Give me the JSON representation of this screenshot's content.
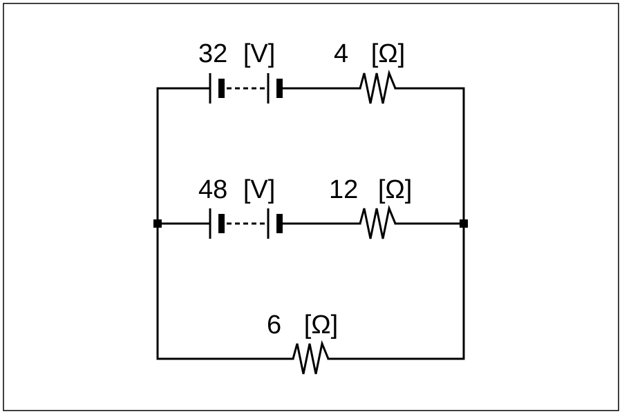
{
  "components": {
    "battery_top": {
      "value": "32",
      "unit": "[V]"
    },
    "resistor_top": {
      "value": "4",
      "unit": "[Ω]"
    },
    "battery_middle": {
      "value": "48",
      "unit": "[V]"
    },
    "resistor_middle": {
      "value": "12",
      "unit": "[Ω]"
    },
    "resistor_bottom": {
      "value": "6",
      "unit": "[Ω]"
    }
  }
}
